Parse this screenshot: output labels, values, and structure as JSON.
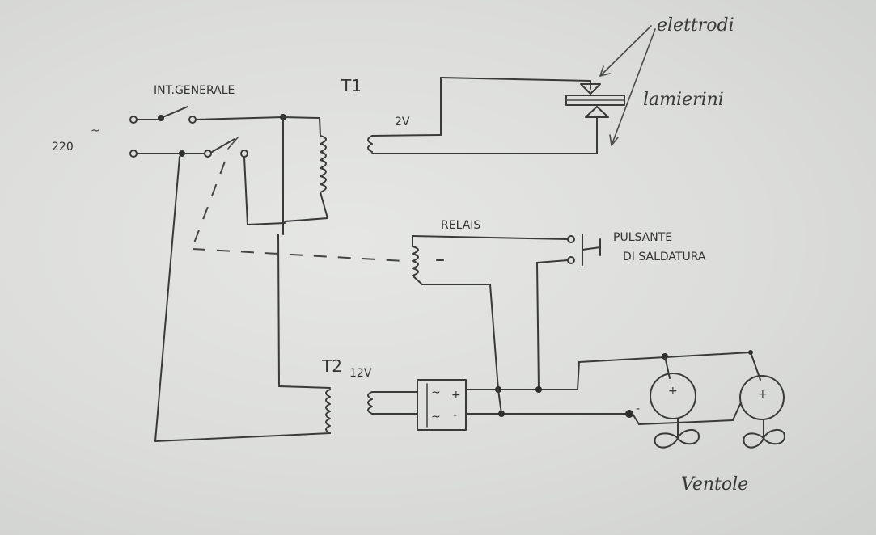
{
  "labels": {
    "elettrodi": "elettrodi",
    "lamierini": "lamierini",
    "t1": "T1",
    "t1_voltage": "2V",
    "int_generale": "INT.GENERALE",
    "mains_voltage": "220",
    "mains_symbol": "~",
    "relais": "RELAIS",
    "pulsante_line1": "PULSANTE",
    "pulsante_line2": "DI SALDATURA",
    "t2": "T2",
    "t2_voltage": "12V",
    "ventole": "Ventole"
  },
  "symbols": {
    "rectifier": {
      "ac1": "~",
      "ac2": "~",
      "plus": "+",
      "minus": "-"
    },
    "fan_plus": "+",
    "fan_minus": "-"
  }
}
